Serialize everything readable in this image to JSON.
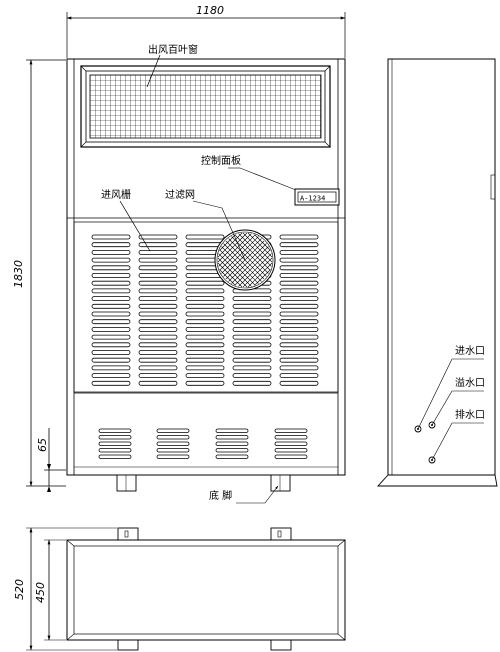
{
  "dimensions": {
    "width": "1180",
    "height": "1830",
    "base_height": "65",
    "depth_total": "520",
    "depth_body": "450"
  },
  "labels": {
    "outlet_louver": "出风百叶窗",
    "control_panel": "控制面板",
    "intake_grille": "进风栅",
    "filter_net": "过滤网",
    "base_feet": "底 脚",
    "water_inlet": "进水口",
    "overflow": "溢水口",
    "drain": "排水口"
  },
  "panel_display": "A-1234"
}
